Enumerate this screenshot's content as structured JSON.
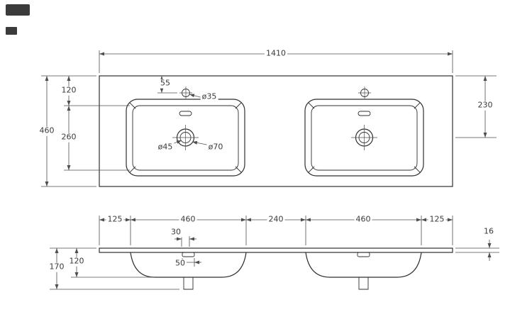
{
  "drawing_title": "double-washbasin-countertop-dimension-drawing",
  "colors": {
    "outline": "#2f2f2f",
    "dimension": "#4f4f4f",
    "text": "#3a3a3a",
    "logo": "#3b3b3b",
    "background": "#ffffff"
  },
  "top_view": {
    "overall_width": "1410",
    "overall_depth": "460",
    "back_edge_to_basin": "120",
    "basin_opening_depth": "260",
    "faucet_offset": "55",
    "faucet_hole_diameter": "ø35",
    "drain_inner_diameter": "ø45",
    "drain_outer_diameter": "ø70",
    "edge_to_drain_center": "230"
  },
  "front_view": {
    "left_overhang": "125",
    "left_basin_width": "460",
    "center_gap": "240",
    "right_basin_width": "460",
    "right_overhang": "125",
    "overflow_width": "30",
    "top_thickness": "16",
    "total_height": "170",
    "basin_depth": "120",
    "drain_width": "50"
  }
}
